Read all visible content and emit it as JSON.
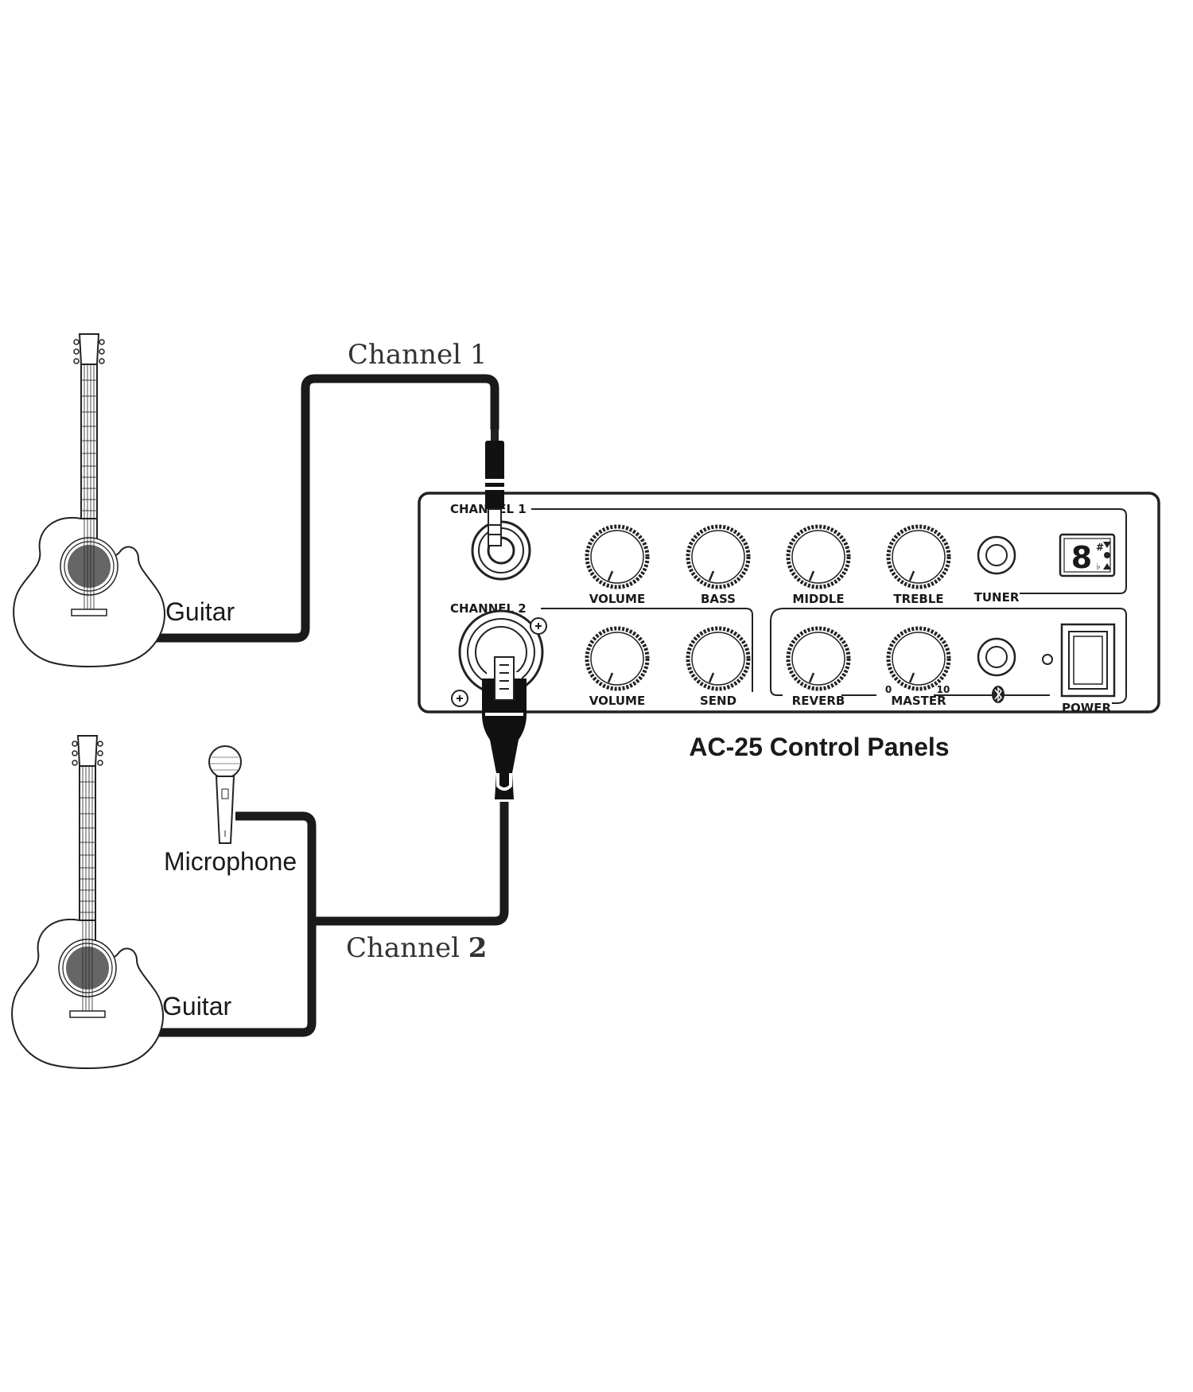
{
  "labels": {
    "channel1": "Channel 1",
    "channel2_text": "Channel ",
    "channel2_num": "2",
    "guitar_top": "Guitar",
    "guitar_bottom": "Guitar",
    "microphone": "Microphone",
    "panel_title": "AC-25 Control Panels"
  },
  "panel": {
    "channel1_label": "CHANNEL 1",
    "channel2_label": "CHANNEL 2",
    "row1_knobs": [
      "VOLUME",
      "BASS",
      "MIDDLE",
      "TREBLE"
    ],
    "tuner": "TUNER",
    "row2_ch2_knobs": [
      "VOLUME",
      "SEND"
    ],
    "row2_fx_knobs": [
      "REVERB",
      "MASTER"
    ],
    "master_min": "0",
    "master_max": "10",
    "power": "POWER",
    "tuner_display": "8"
  },
  "icons": {
    "guitar": "acoustic-guitar-icon",
    "microphone": "microphone-icon",
    "jack": "quarter-inch-plug-icon",
    "xlr": "xlr-plug-icon",
    "bluetooth": "bluetooth-icon"
  }
}
